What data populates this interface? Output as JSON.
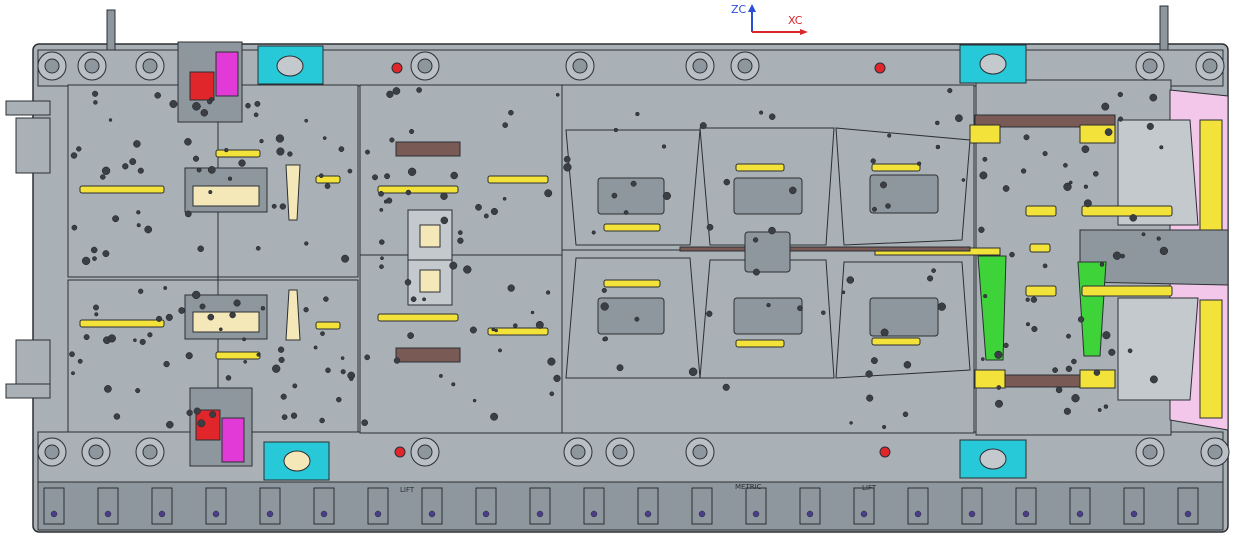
{
  "viewport": {
    "background": "#ffffff",
    "triad": {
      "x_label": "XC",
      "z_label": "ZC",
      "x_color": "#d9262c",
      "z_color": "#2a4fd6"
    }
  },
  "model": {
    "colors": {
      "plate": "#a9b0b6",
      "plate_dark": "#8f979e",
      "edge": "#2b2f33",
      "hole": "#3b3f44",
      "yellow_key": "#f2e23a",
      "cyan_block": "#27c8d8",
      "red_part": "#e0262a",
      "magenta_part": "#e23ad6",
      "green_part": "#3fd33a",
      "pink_panel": "#f3c7e9",
      "tan_insert": "#f5e8b8",
      "brown_insert": "#7a5a55"
    },
    "engraved_text": {
      "bottom_left": "LIFT",
      "bottom_mid": "METRIC",
      "bottom_right": "LIFT"
    }
  }
}
